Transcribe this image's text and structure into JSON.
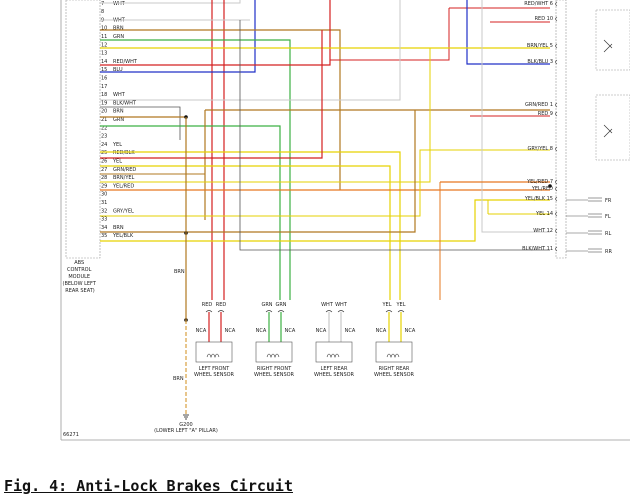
{
  "caption": "Fig. 4: Anti-Lock Brakes Circuit",
  "module": {
    "lines": [
      "ABS",
      "CONTROL",
      "MODULE",
      "(BELOW LEFT",
      "REAR SEAT)"
    ],
    "pins": [
      {
        "n": "7",
        "label": "WHT"
      },
      {
        "n": "8",
        "label": ""
      },
      {
        "n": "9",
        "label": "WHT"
      },
      {
        "n": "10",
        "label": "BRN"
      },
      {
        "n": "11",
        "label": "GRN"
      },
      {
        "n": "12",
        "label": ""
      },
      {
        "n": "13",
        "label": ""
      },
      {
        "n": "14",
        "label": "RED/WHT"
      },
      {
        "n": "15",
        "label": "BLU"
      },
      {
        "n": "16",
        "label": ""
      },
      {
        "n": "17",
        "label": ""
      },
      {
        "n": "18",
        "label": "WHT"
      },
      {
        "n": "19",
        "label": "BLK/WHT"
      },
      {
        "n": "20",
        "label": "BRN"
      },
      {
        "n": "21",
        "label": "GRN"
      },
      {
        "n": "22",
        "label": ""
      },
      {
        "n": "23",
        "label": ""
      },
      {
        "n": "24",
        "label": "YEL"
      },
      {
        "n": "25",
        "label": "RED/BLK"
      },
      {
        "n": "26",
        "label": "YEL"
      },
      {
        "n": "27",
        "label": "GRN/RED"
      },
      {
        "n": "28",
        "label": "BRN/YEL"
      },
      {
        "n": "29",
        "label": "YEL/RED"
      },
      {
        "n": "30",
        "label": ""
      },
      {
        "n": "31",
        "label": ""
      },
      {
        "n": "32",
        "label": "GRY/YEL"
      },
      {
        "n": "33",
        "label": ""
      },
      {
        "n": "34",
        "label": "BRN"
      },
      {
        "n": "35",
        "label": "YEL/BLK"
      }
    ]
  },
  "right_labels": [
    "RED/WHT 6",
    "RED 10",
    "BRN/YEL 5",
    "BLK/BLU 3",
    "GRN/RED 1",
    "RED 9",
    "GRY/YEL 8",
    "YEL/RED 7",
    "YEL/RED",
    "YEL/BLK 15",
    "YEL 14",
    "WHT 12",
    "BLK/WHT 11"
  ],
  "valve_labels": [
    "FR",
    "FL",
    "RL",
    "RR"
  ],
  "sensors": [
    {
      "wires": [
        "RED",
        "RED"
      ],
      "nca": [
        "NCA",
        "NCA"
      ],
      "lines": [
        "LEFT FRONT",
        "WHEEL SENSOR"
      ]
    },
    {
      "wires": [
        "GRN",
        "GRN"
      ],
      "nca": [
        "NCA",
        "NCA"
      ],
      "lines": [
        "RIGHT FRONT",
        "WHEEL SENSOR"
      ]
    },
    {
      "wires": [
        "WHT",
        "WHT"
      ],
      "nca": [
        "NCA",
        "NCA"
      ],
      "lines": [
        "LEFT REAR",
        "WHEEL SENSOR"
      ]
    },
    {
      "wires": [
        "YEL",
        "YEL"
      ],
      "nca": [
        "NCA",
        "NCA"
      ],
      "lines": [
        "RIGHT REAR",
        "WHEEL SENSOR"
      ]
    }
  ],
  "ground": {
    "wire_top": "BRN",
    "wire_bottom": "BRN",
    "id": "G200",
    "location": "(LOWER LEFT \"A\" PILLAR)"
  },
  "figure_number": "66271",
  "colors": {
    "red": "#d42020",
    "green": "#3cb043",
    "white": "#c8c8c8",
    "yellow": "#e6d200",
    "brown": "#b07820",
    "blue": "#2030c8",
    "brown_dashed": "#d8a040",
    "frame": "#999999"
  }
}
